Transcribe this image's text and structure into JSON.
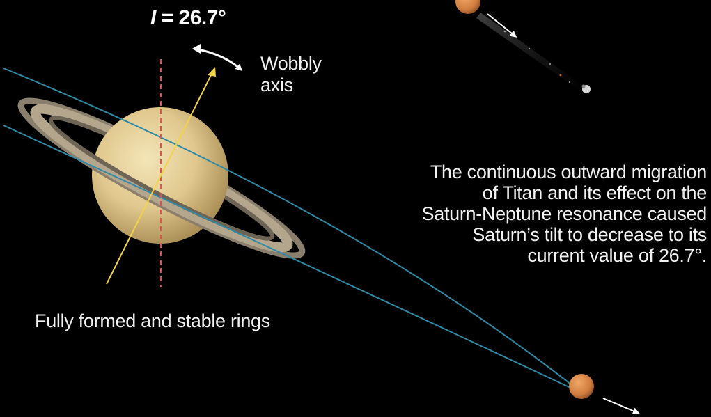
{
  "tilt": {
    "symbol": "I",
    "value": "= 26.7°"
  },
  "axis_label": {
    "line1": "Wobbly",
    "line2": "axis"
  },
  "rings_label": "Fully formed and stable rings",
  "caption": {
    "lines": [
      "The continuous outward migration",
      "of Titan and its effect on the",
      "Saturn-Neptune resonance caused",
      "Saturn’s tilt to decrease to its",
      "current value of 26.7°."
    ]
  },
  "colors": {
    "background": "#000000",
    "orbit": "#2f8aa6",
    "axis": "#f2d44a",
    "vertical_axis": "#d9534f",
    "titan": "#d9894a",
    "arrow": "#ffffff"
  }
}
